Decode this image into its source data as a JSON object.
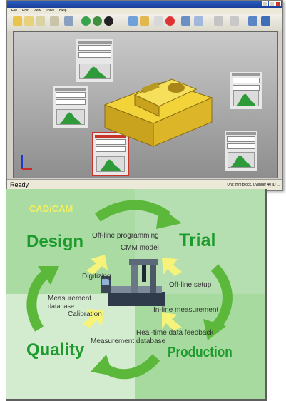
{
  "window": {
    "title": "",
    "menu": [
      "File",
      "Edit",
      "View",
      "Tools",
      "Help"
    ],
    "status_left": "Ready",
    "status_right": "Unit: mm  Block, Cylinder 40  ID  ...",
    "toolbar_icons": [
      "open-icon",
      "save-icon",
      "print-icon",
      "run-icon",
      "stop-icon",
      "probe-icon",
      "align-icon",
      "report-icon",
      "record-icon",
      "view-icon",
      "zoom-icon",
      "settings-icon"
    ]
  },
  "diagram": {
    "stages": {
      "design": "Design",
      "trial": "Trial",
      "quality": "Quality",
      "production": "Production"
    },
    "cad_cam": "CAD/CAM",
    "flow_labels": {
      "offline_programming": "Off-line programming",
      "cmm_model": "CMM model",
      "digitizing": "Digitizing",
      "offline_setup": "Off-line setup",
      "measurement_database_1": "Measurement",
      "measurement_database_2": "database",
      "calibration": "Calibration",
      "inline_measurement": "In-line measurement",
      "realtime_feedback": "Real-time data feedback",
      "measurement_database": "Measurement database"
    },
    "colors": {
      "quadrant_top_left": "#a9dba3",
      "quadrant_top_right": "#b5dfb0",
      "quadrant_bottom_left": "#d3eccf",
      "quadrant_bottom_right": "#a7da9f",
      "stage_text": "#1c9b2c",
      "arrow_green": "#5cb83a",
      "arrow_yellow": "#f6f37a",
      "cad_cam_text": "#f3f060"
    }
  }
}
